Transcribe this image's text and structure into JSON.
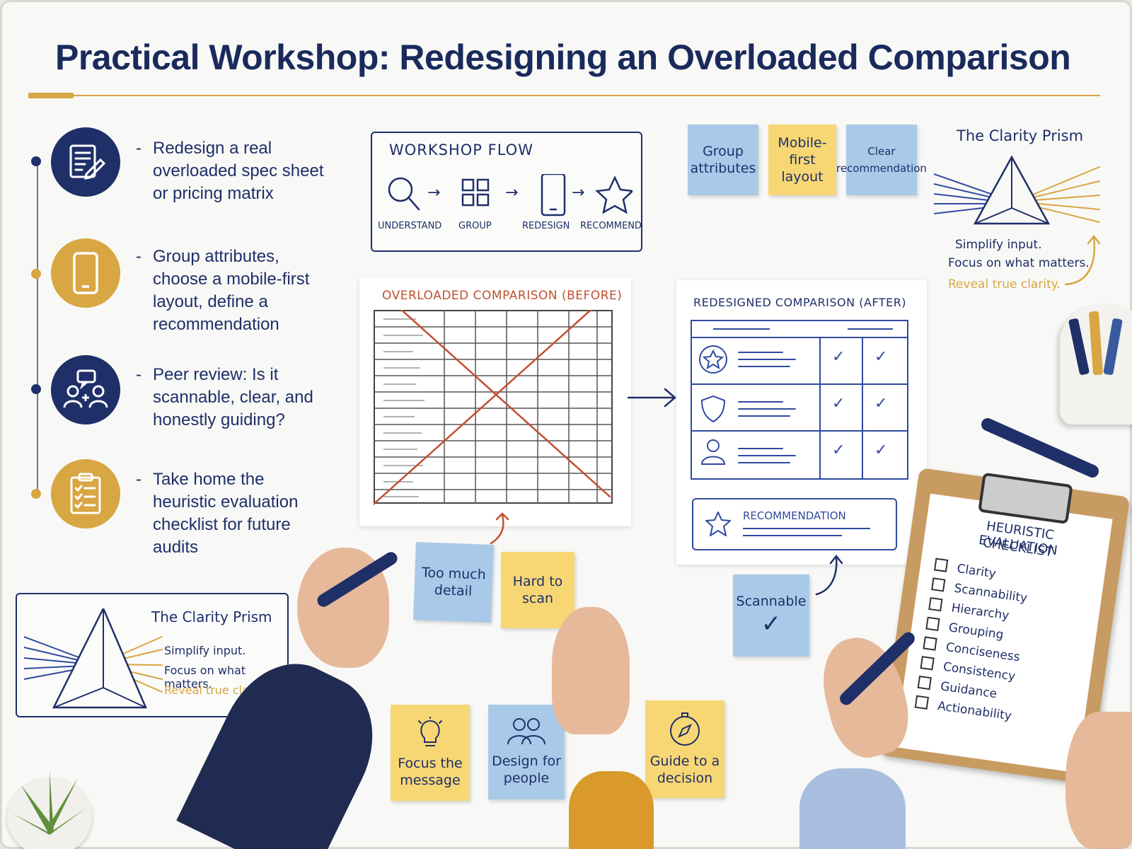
{
  "title": "Practical Workshop: Redesigning an Overloaded Comparison",
  "bullets": [
    {
      "text": "Redesign a real overloaded spec sheet or pricing matrix",
      "icon": "document-pencil-icon"
    },
    {
      "text": "Group attributes, choose a mobile-first layout, define a recommendation",
      "icon": "smartphone-icon"
    },
    {
      "text": "Peer review: Is it scannable, clear, and honestly guiding?",
      "icon": "peer-review-icon"
    },
    {
      "text": "Take home the heuristic evaluation checklist for future audits",
      "icon": "clipboard-checklist-icon"
    }
  ],
  "bullet_dash": "-",
  "flow": {
    "title": "WORKSHOP FLOW",
    "steps": [
      "UNDERSTAND",
      "GROUP",
      "REDESIGN",
      "RECOMMEND"
    ],
    "arrow": "→"
  },
  "top_stickies": [
    {
      "text": "Group attributes",
      "color": "blue"
    },
    {
      "text": "Mobile-first layout",
      "color": "yellow"
    },
    {
      "text": "Clear recommendation",
      "color": "blue"
    }
  ],
  "prism_top": {
    "title": "The Clarity Prism",
    "line1": "Simplify input.",
    "line2": "Focus on what matters.",
    "line3": "Reveal true clarity."
  },
  "prism_bottom": {
    "title": "The Clarity Prism",
    "line1": "Simplify input.",
    "line2": "Focus on what matters.",
    "line3": "Reveal true clarity."
  },
  "before": {
    "title": "OVERLOADED COMPARISON (BEFORE)"
  },
  "after": {
    "title": "REDESIGNED COMPARISON (AFTER)",
    "check": "✓",
    "recommendation": "RECOMMENDATION"
  },
  "mid_stickies": [
    {
      "text": "Too much detail",
      "color": "blue"
    },
    {
      "text": "Hard to scan",
      "color": "yellow"
    },
    {
      "text": "Scannable",
      "color": "blue",
      "mark": "✓"
    }
  ],
  "bottom_stickies": [
    {
      "text": "Focus the message",
      "color": "yellow",
      "icon": "lightbulb-icon"
    },
    {
      "text": "Design for people",
      "color": "blue",
      "icon": "people-icon"
    },
    {
      "text": "Guide to a decision",
      "color": "yellow",
      "icon": "compass-icon"
    }
  ],
  "checklist": {
    "title_line1": "HEURISTIC EVALUATION",
    "title_line2": "CHECKLIST",
    "items": [
      "Clarity",
      "Scannability",
      "Hierarchy",
      "Grouping",
      "Conciseness",
      "Consistency",
      "Guidance",
      "Actionability"
    ]
  },
  "colors": {
    "navy": "#1f2f68",
    "gold": "#d8a642",
    "red": "#c0502f",
    "sticky_blue": "#a9c9e8",
    "sticky_yellow": "#f7d774"
  }
}
